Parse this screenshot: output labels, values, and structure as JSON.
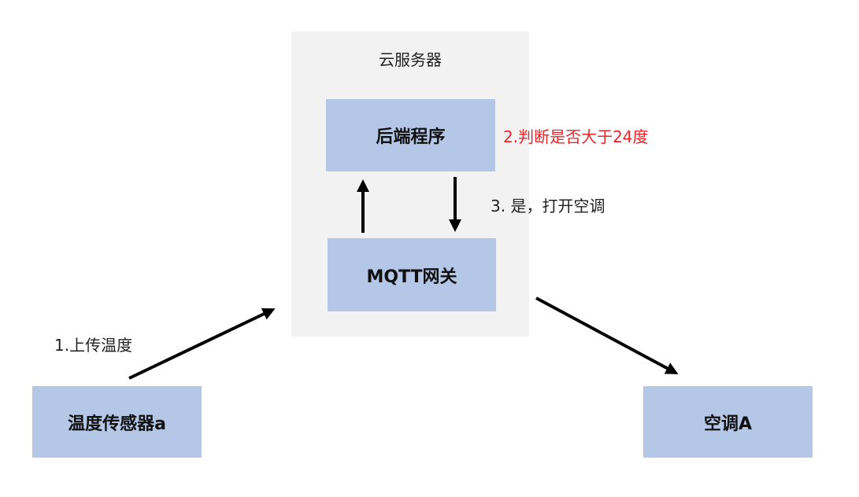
{
  "cloud_server": {
    "title": "云服务器"
  },
  "nodes": {
    "backend": "后端程序",
    "gateway": "MQTT网关",
    "sensor": "温度传感器a",
    "aircon": "空调A"
  },
  "steps": {
    "step1": "1.上传温度",
    "step2": "2.判断是否大于24度",
    "step3": "3. 是，打开空调"
  },
  "colors": {
    "panel": "#f2f2f2",
    "box": "#b4c7e7",
    "highlight_text": "#e8262a",
    "arrow": "#000000"
  }
}
